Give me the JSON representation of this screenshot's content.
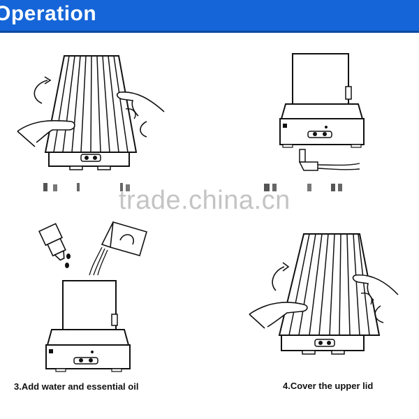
{
  "header": {
    "title": "Operation"
  },
  "watermark": "trade.china.cn",
  "steps": [
    {
      "caption": ""
    },
    {
      "caption": ""
    },
    {
      "caption": "3.Add water and essential oil"
    },
    {
      "caption": "4.Cover the upper lid"
    }
  ],
  "colors": {
    "header_bg": "#1565d8",
    "header_border": "#0d47a1",
    "line": "#111111",
    "watermark": "#c4c4c4"
  }
}
